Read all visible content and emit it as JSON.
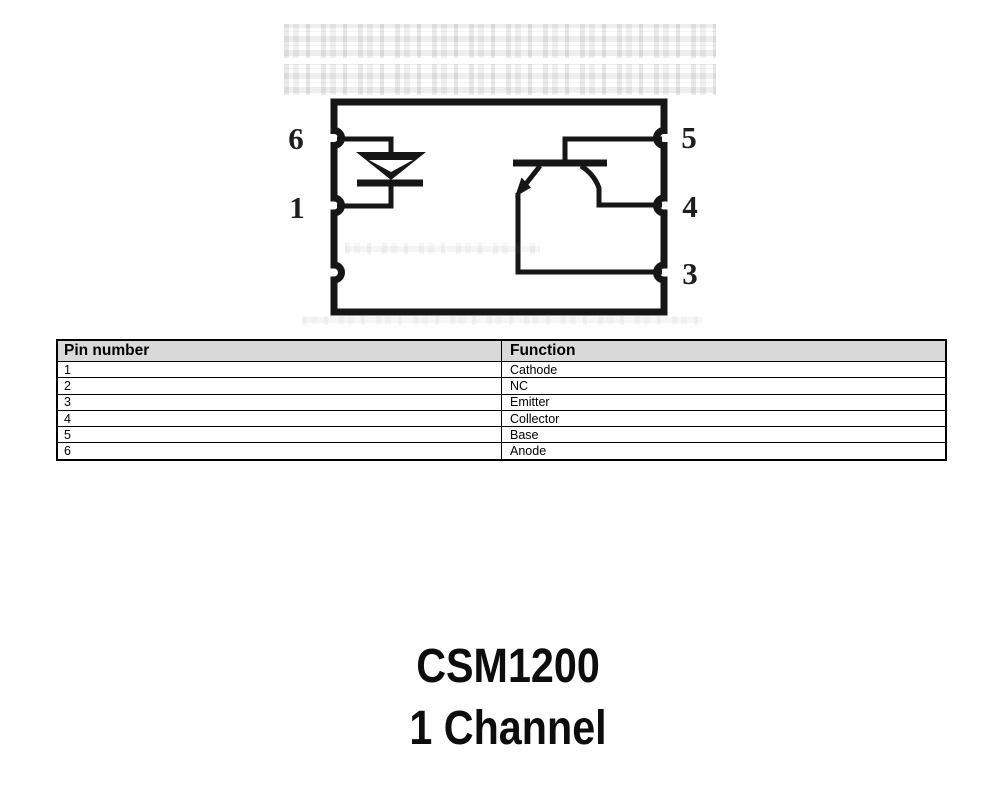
{
  "schematic": {
    "left_pin_labels": [
      "6",
      "1"
    ],
    "right_pin_labels": [
      "5",
      "4",
      "3"
    ]
  },
  "pin_table": {
    "headers": [
      "Pin number",
      "Function"
    ],
    "rows": [
      {
        "pin": "1",
        "function": "Cathode"
      },
      {
        "pin": "2",
        "function": "NC"
      },
      {
        "pin": "3",
        "function": "Emitter"
      },
      {
        "pin": "4",
        "function": "Collector"
      },
      {
        "pin": "5",
        "function": "Base"
      },
      {
        "pin": "6",
        "function": "Anode"
      }
    ]
  },
  "title": {
    "part_number": "CSM1200",
    "channels": "1 Channel"
  },
  "colors": {
    "table_header_bg": "#d9d9d9",
    "line_color": "#161616"
  }
}
